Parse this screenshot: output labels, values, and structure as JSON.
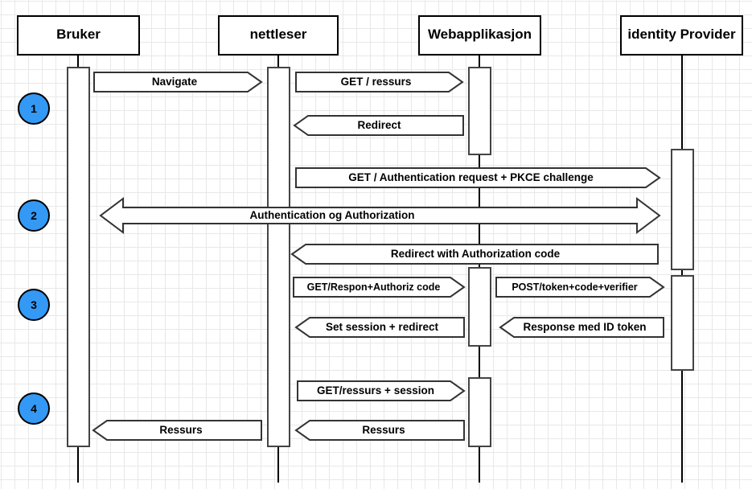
{
  "diagram": {
    "title": "OIDC Authorization Code Flow with PKCE sequence diagram",
    "colors": {
      "step_circle_fill": "#3399f5",
      "stroke": "#000000",
      "shape_fill": "#ffffff",
      "grid_minor": "#e8e8e8",
      "grid_major": "#cfcfcf"
    },
    "actors": [
      {
        "id": "bruker",
        "label": "Bruker"
      },
      {
        "id": "nettleser",
        "label": "nettleser"
      },
      {
        "id": "webapp",
        "label": "Webapplikasjon"
      },
      {
        "id": "idp",
        "label": "identity Provider"
      }
    ],
    "steps": [
      {
        "number": "1"
      },
      {
        "number": "2"
      },
      {
        "number": "3"
      },
      {
        "number": "4"
      }
    ],
    "messages": [
      {
        "id": "m1",
        "label": "Navigate",
        "direction": "right",
        "from": "bruker",
        "to": "nettleser",
        "step": "1"
      },
      {
        "id": "m2",
        "label": "GET / ressurs",
        "direction": "right",
        "from": "nettleser",
        "to": "webapp",
        "step": "1"
      },
      {
        "id": "m3",
        "label": "Redirect",
        "direction": "left",
        "from": "webapp",
        "to": "nettleser",
        "step": "1"
      },
      {
        "id": "m4",
        "label": "GET / Authentication request + PKCE challenge",
        "direction": "right",
        "from": "nettleser",
        "to": "idp",
        "step": "2"
      },
      {
        "id": "m5",
        "label": "Authentication og Authorization",
        "direction": "both",
        "from": "bruker",
        "to": "idp",
        "step": "2"
      },
      {
        "id": "m6",
        "label": "Redirect with Authorization code",
        "direction": "left",
        "from": "idp",
        "to": "nettleser",
        "step": "2"
      },
      {
        "id": "m7",
        "label": "GET/Respon+Authoriz code",
        "direction": "right",
        "from": "nettleser",
        "to": "webapp",
        "step": "3"
      },
      {
        "id": "m8",
        "label": "POST/token+code+verifier",
        "direction": "right",
        "from": "webapp",
        "to": "idp",
        "step": "3"
      },
      {
        "id": "m9",
        "label": "Set session + redirect",
        "direction": "left",
        "from": "webapp",
        "to": "nettleser",
        "step": "3"
      },
      {
        "id": "m10",
        "label": "Response med ID token",
        "direction": "left",
        "from": "idp",
        "to": "webapp",
        "step": "3"
      },
      {
        "id": "m11",
        "label": "GET/ressurs + session",
        "direction": "right",
        "from": "nettleser",
        "to": "webapp",
        "step": "4"
      },
      {
        "id": "m12",
        "label": "Ressurs",
        "direction": "left",
        "from": "nettleser",
        "to": "bruker",
        "step": "4"
      },
      {
        "id": "m13",
        "label": "Ressurs",
        "direction": "left",
        "from": "webapp",
        "to": "nettleser",
        "step": "4"
      }
    ]
  }
}
